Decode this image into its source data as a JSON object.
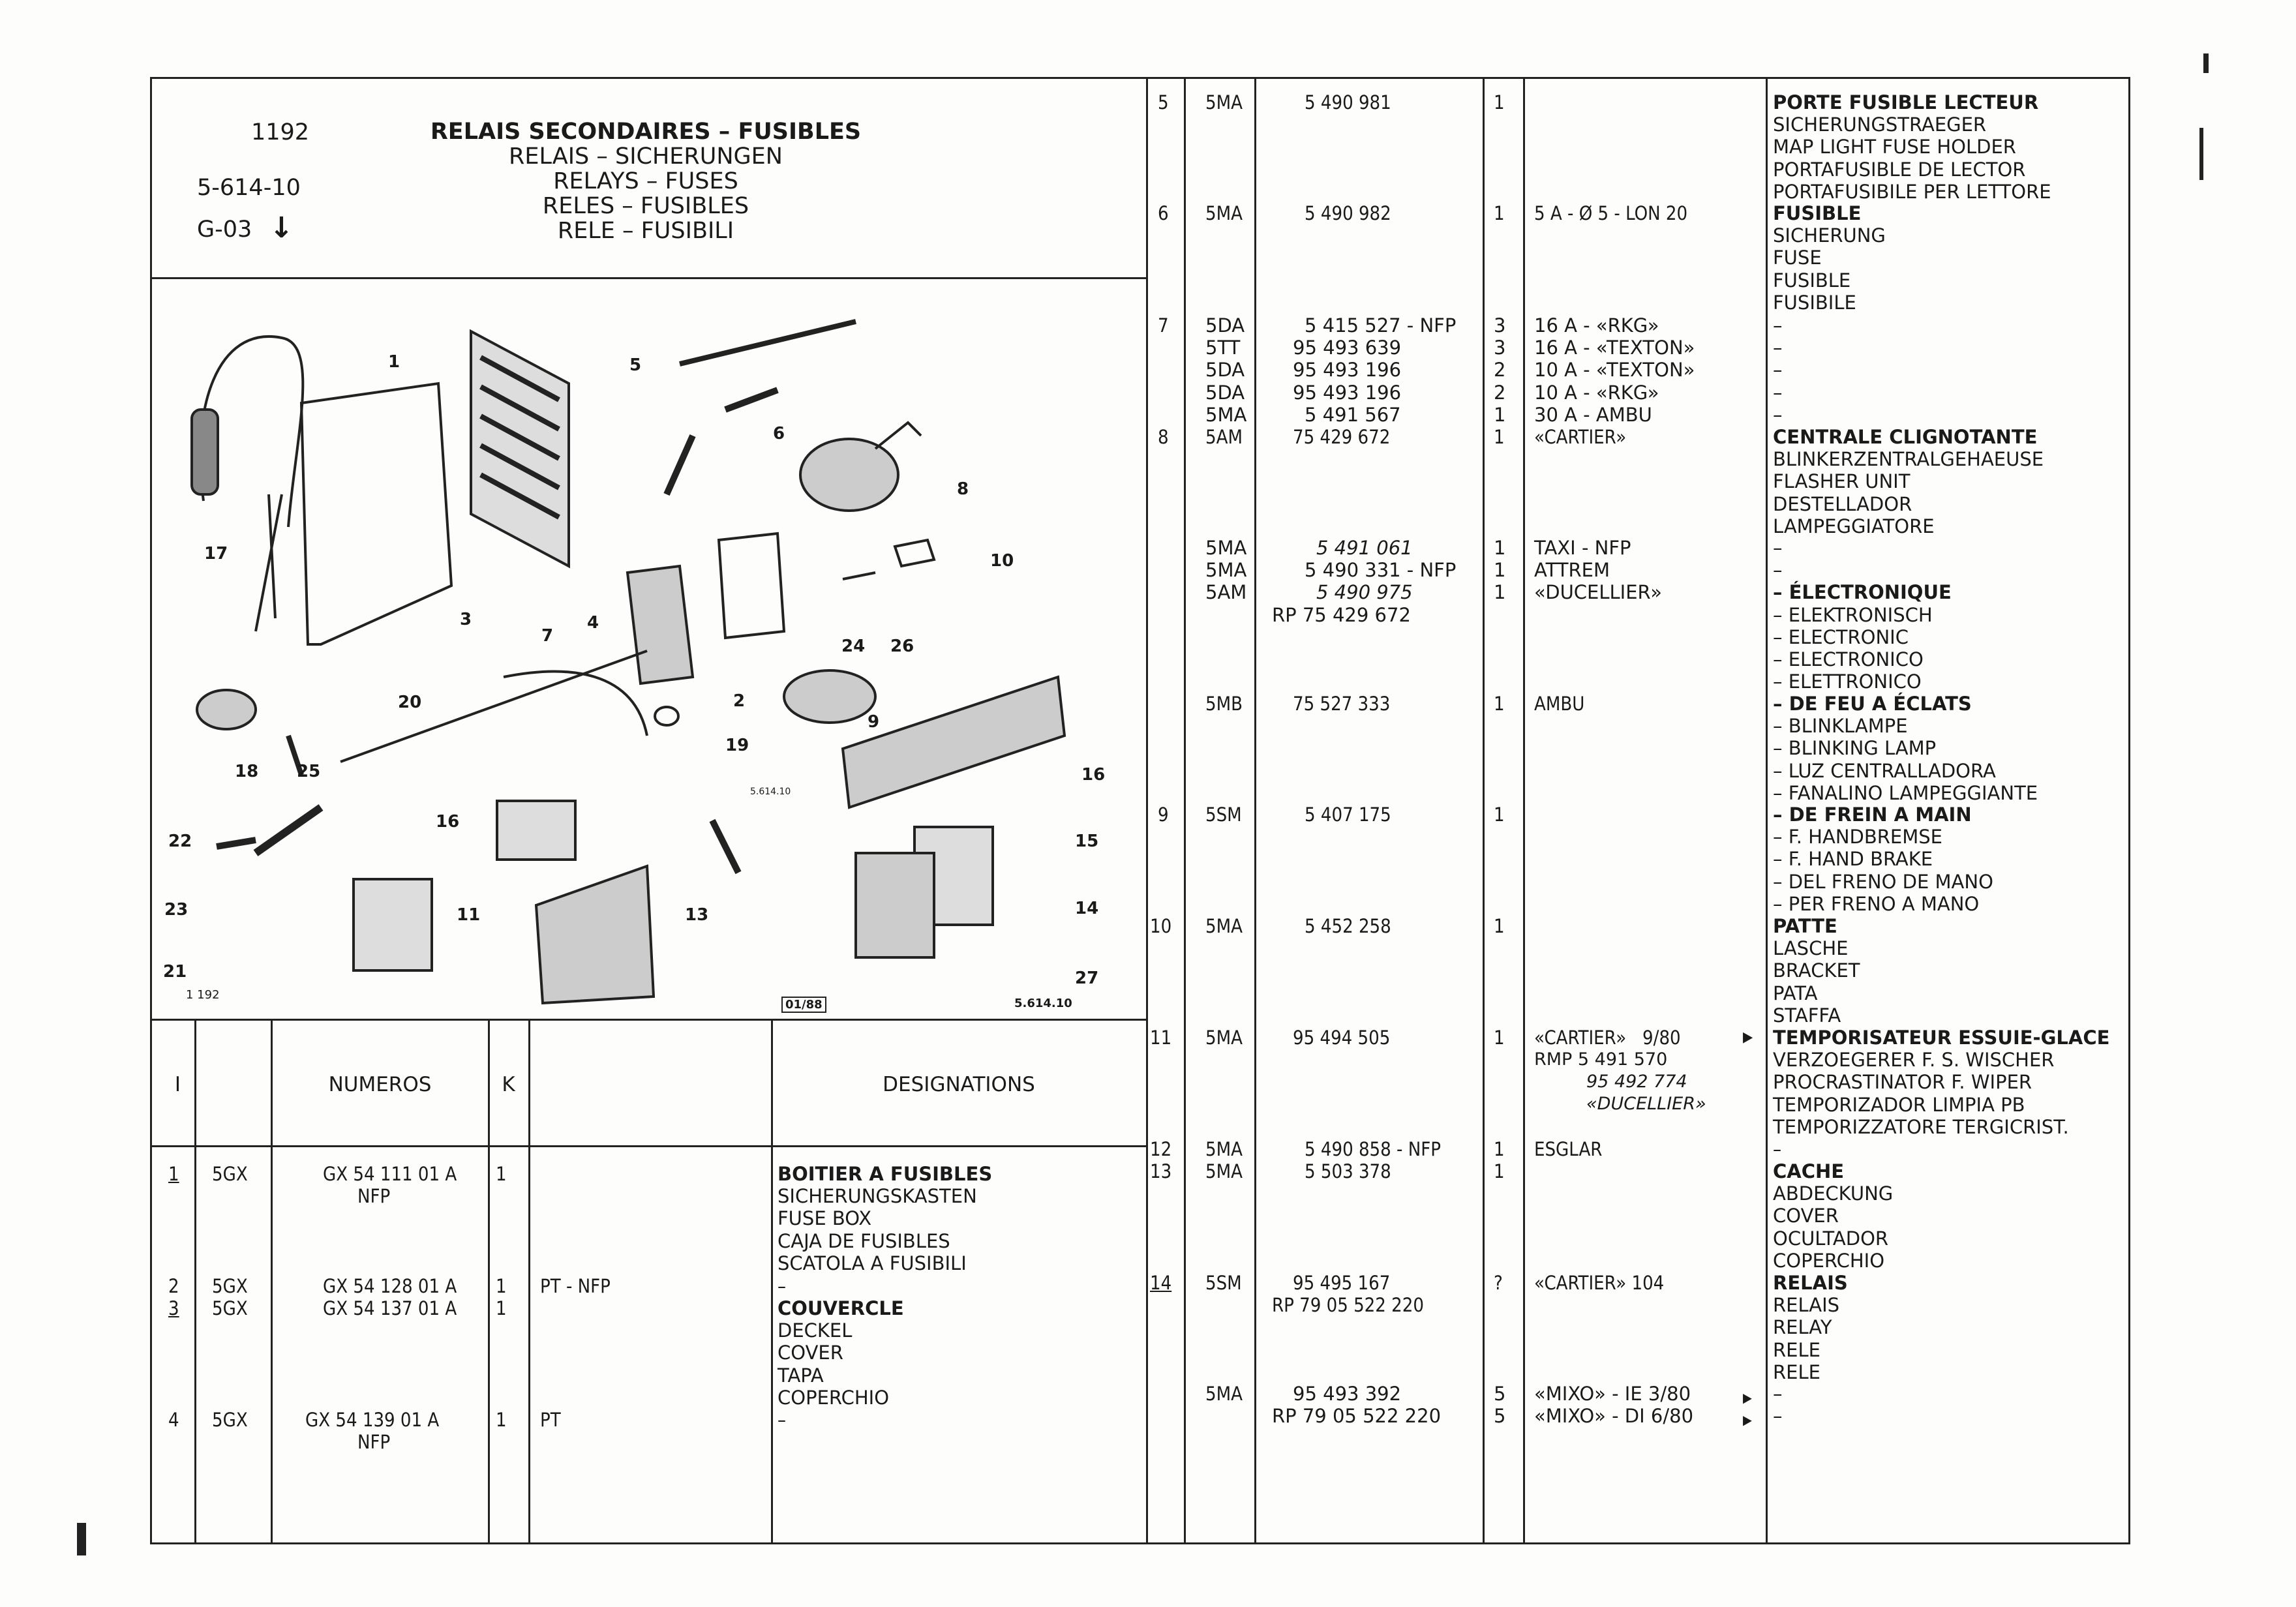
{
  "header": {
    "ref_number": "1192",
    "ref_code": "5-614-10",
    "group_code": "G-03",
    "group_arrow": "↓",
    "titles": [
      "RELAIS SECONDAIRES – FUSIBLES",
      "RELAIS – SICHERUNGEN",
      "RELAYS – FUSES",
      "RELES – FUSIBLES",
      "RELE – FUSIBILI"
    ]
  },
  "diagram": {
    "corner_label": "1 192",
    "bottom_ref": "5.614.10",
    "stamp": "01/88",
    "small_ref": "5.614.10",
    "callouts": [
      "1",
      "2",
      "3",
      "4",
      "5",
      "6",
      "7",
      "8",
      "9",
      "10",
      "11",
      "13",
      "14",
      "15",
      "16",
      "16",
      "17",
      "18",
      "19",
      "20",
      "21",
      "22",
      "23",
      "24",
      "25",
      "26",
      "27"
    ]
  },
  "columns": {
    "item": "I",
    "numeros": "NUMEROS",
    "k": "K",
    "designations": "DESIGNATIONS"
  },
  "left_rows": [
    {
      "item": "1",
      "type": "5GX",
      "number": "GX 54 111 01 A",
      "sub": "NFP",
      "qty": "1",
      "note": "",
      "designations": [
        "BOITIER A FUSIBLES",
        "SICHERUNGSKASTEN",
        "FUSE BOX",
        "CAJA DE FUSIBLES",
        "SCATOLA A FUSIBILI"
      ]
    },
    {
      "item": "2",
      "type": "5GX",
      "number": "GX 54 128 01 A",
      "sub": "",
      "qty": "1",
      "note": "PT - NFP",
      "designations": [
        "–"
      ]
    },
    {
      "item": "3",
      "type": "5GX",
      "number": "GX 54 137 01 A",
      "sub": "",
      "qty": "1",
      "note": "",
      "designations": [
        "COUVERCLE",
        "DECKEL",
        "COVER",
        "TAPA",
        "COPERCHIO"
      ]
    },
    {
      "item": "4",
      "type": "5GX",
      "number": "GX 54 139 01 A",
      "sub": "NFP",
      "qty": "1",
      "note": "PT",
      "designations": [
        "–"
      ]
    }
  ],
  "right_rows": [
    {
      "item": "5",
      "type": "5MA",
      "number": "5 490 981",
      "qty": "1",
      "note": "",
      "designations": [
        "PORTE FUSIBLE LECTEUR",
        "SICHERUNGSTRAEGER",
        "MAP LIGHT FUSE HOLDER",
        "PORTAFUSIBLE DE LECTOR",
        "PORTAFUSIBILE PER LETTORE"
      ]
    },
    {
      "item": "6",
      "type": "5MA",
      "number": "5 490 982",
      "qty": "1",
      "note": "5 A - Ø 5 - LON 20",
      "designations": [
        "FUSIBLE",
        "SICHERUNG",
        "FUSE",
        "FUSIBLE",
        "FUSIBILE"
      ]
    },
    {
      "item": "7",
      "lines": [
        {
          "type": "5DA",
          "number": "5 415 527 - NFP",
          "qty": "3",
          "note": "16 A - «RKG»",
          "des": "–"
        },
        {
          "type": "5TT",
          "number": "95 493 639",
          "qty": "3",
          "note": "16 A - «TEXTON»",
          "des": "–"
        },
        {
          "type": "5DA",
          "number": "95 493 196",
          "qty": "2",
          "note": "10 A - «TEXTON»",
          "des": "–"
        },
        {
          "type": "5DA",
          "number": "95 493 196",
          "qty": "2",
          "note": "10 A - «RKG»",
          "des": "–"
        },
        {
          "type": "5MA",
          "number": "5 491 567",
          "qty": "1",
          "note": "30 A - AMBU",
          "des": "–"
        }
      ]
    },
    {
      "item": "8",
      "type": "5AM",
      "number": "75 429 672",
      "qty": "1",
      "note": "«CARTIER»",
      "designations": [
        "CENTRALE CLIGNOTANTE",
        "BLINKERZENTRALGEHAEUSE",
        "FLASHER UNIT",
        "DESTELLADOR",
        "LAMPEGGIATORE"
      ]
    },
    {
      "item": "",
      "lines": [
        {
          "type": "5MA",
          "number": "5 491 061",
          "qty": "1",
          "note": "TAXI - NFP",
          "des": "–"
        },
        {
          "type": "5MA",
          "number": "5 490 331 - NFP",
          "qty": "1",
          "note": "ATTREM",
          "des": "–"
        },
        {
          "type": "5AM",
          "number": "5 490 975",
          "qty": "1",
          "note": "«DUCELLIER»",
          "des": "– ÉLECTRONIQUE"
        },
        {
          "type": "",
          "number": "RP 75 429 672",
          "qty": "",
          "note": "",
          "des": ""
        }
      ],
      "designations": [
        "– ÉLECTRONIQUE",
        "– ELEKTRONISCH",
        "– ELECTRONIC",
        "– ELECTRONICO",
        "– ELETTRONICO"
      ]
    },
    {
      "item": "",
      "type": "5MB",
      "number": "75 527 333",
      "qty": "1",
      "note": "AMBU",
      "designations": [
        "– DE FEU A ÉCLATS",
        "– BLINKLAMPE",
        "– BLINKING LAMP",
        "– LUZ CENTRALLADORA",
        "– FANALINO LAMPEGGIANTE"
      ]
    },
    {
      "item": "9",
      "type": "5SM",
      "number": "5 407 175",
      "qty": "1",
      "note": "",
      "designations": [
        "– DE FREIN A MAIN",
        "– F. HANDBREMSE",
        "– F. HAND BRAKE",
        "– DEL FRENO DE MANO",
        "– PER FRENO A MANO"
      ]
    },
    {
      "item": "10",
      "type": "5MA",
      "number": "5 452 258",
      "qty": "1",
      "note": "",
      "designations": [
        "PATTE",
        "LASCHE",
        "BRACKET",
        "PATA",
        "STAFFA"
      ]
    },
    {
      "item": "11",
      "type": "5MA",
      "number": "95 494 505",
      "qty": "1",
      "note": "«CARTIER»   9/80",
      "rmp": [
        "RMP 5 491 570",
        "95 492 774",
        "«DUCELLIER»"
      ],
      "designations": [
        "TEMPORISATEUR ESSUIE-GLACE",
        "VERZOEGERER F. S. WISCHER",
        "PROCRASTINATOR F. WIPER",
        "TEMPORIZADOR LIMPIA PB",
        "TEMPORIZZATORE TERGICRIST."
      ]
    },
    {
      "item": "12",
      "type": "5MA",
      "number": "5 490 858 - NFP",
      "qty": "1",
      "note": "ESGLAR",
      "designations": [
        "–"
      ]
    },
    {
      "item": "13",
      "type": "5MA",
      "number": "5 503 378",
      "qty": "1",
      "note": "",
      "designations": [
        "CACHE",
        "ABDECKUNG",
        "COVER",
        "OCULTADOR",
        "COPERCHIO"
      ]
    },
    {
      "item": "14",
      "type": "5SM",
      "number": "95 495 167",
      "sub": "RP 79 05 522 220",
      "qty": "?",
      "note": "«CARTIER» 104",
      "designations": [
        "RELAIS",
        "RELAIS",
        "RELAY",
        "RELE",
        "RELE"
      ]
    },
    {
      "item": "",
      "lines": [
        {
          "type": "5MA",
          "number": "95 493 392",
          "qty": "5",
          "note": "«MIXO» - IE     3/80",
          "des": "–"
        },
        {
          "type": "",
          "number": "RP 79 05 522 220",
          "qty": "5",
          "note": "«MIXO» - DI     6/80",
          "des": "–"
        }
      ]
    }
  ]
}
